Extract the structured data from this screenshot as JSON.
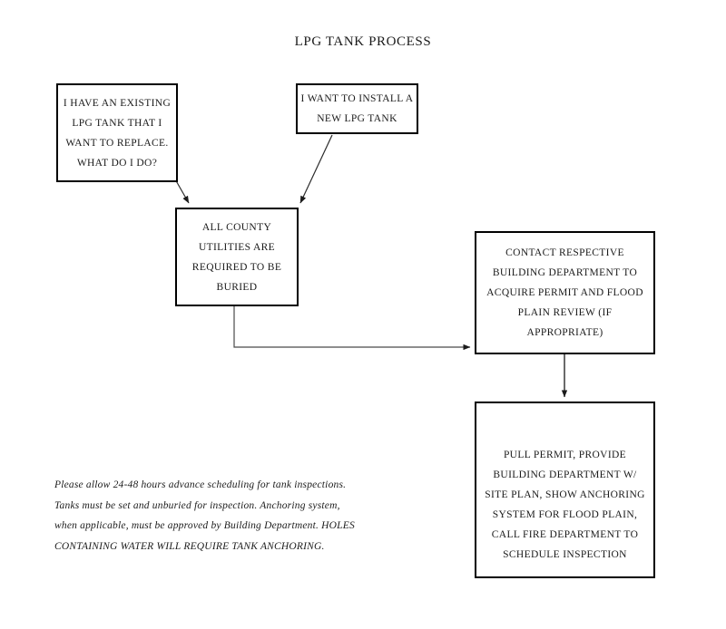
{
  "title": "LPG TANK PROCESS",
  "colors": {
    "background": "#ffffff",
    "box_border": "#000000",
    "text": "#1a1a1a",
    "connector": "#2b2b2b"
  },
  "nodes": {
    "existing_tank": {
      "id": "existing-tank",
      "lines": [
        "I HAVE AN EXISTING",
        "LPG TANK THAT I",
        "WANT TO REPLACE.",
        "WHAT DO I DO?"
      ]
    },
    "new_tank": {
      "id": "new-tank",
      "lines": [
        "I WANT TO INSTALL A",
        "NEW LPG TANK"
      ]
    },
    "buried": {
      "id": "buried",
      "lines": [
        "ALL COUNTY",
        "UTILITIES ARE",
        "REQUIRED TO BE",
        "BURIED"
      ]
    },
    "contact_building_dept": {
      "id": "contact-building-department",
      "lines": [
        "CONTACT RESPECTIVE",
        "BUILDING DEPARTMENT TO",
        "ACQUIRE PERMIT AND FLOOD",
        "PLAIN REVIEW (IF",
        "APPROPRIATE)"
      ]
    },
    "pull_permit": {
      "id": "pull-permit",
      "lines": [
        "PULL PERMIT, PROVIDE",
        "BUILDING DEPARTMENT W/",
        "SITE PLAN, SHOW ANCHORING",
        "SYSTEM FOR FLOOD PLAIN,",
        "CALL FIRE DEPARTMENT TO",
        "SCHEDULE INSPECTION"
      ]
    }
  },
  "connectors": [
    {
      "name": "existing-tank-to-buried",
      "style": "diagonal-arrow",
      "from": "existing_tank",
      "to": "buried"
    },
    {
      "name": "new-tank-to-buried",
      "style": "diagonal-arrow",
      "from": "new_tank",
      "to": "buried"
    },
    {
      "name": "buried-to-contact-building-department",
      "style": "elbow-arrow",
      "from": "buried",
      "to": "contact_building_dept"
    },
    {
      "name": "contact-building-department-to-pull-permit",
      "style": "vertical-arrow",
      "from": "contact_building_dept",
      "to": "pull_permit"
    }
  ],
  "note": {
    "lines": [
      "Please allow 24-48 hours advance scheduling for tank inspections.",
      "Tanks must be set and unburied for inspection.  Anchoring system,",
      "when applicable, must be approved by Building Department.  HOLES",
      "CONTAINING WATER WILL REQUIRE TANK ANCHORING."
    ]
  }
}
